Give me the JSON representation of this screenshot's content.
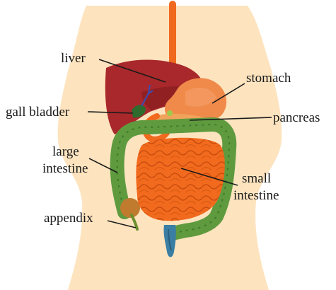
{
  "labels": {
    "liver": "liver",
    "stomach": "stomach",
    "gall_bladder": "gall bladder",
    "pancreas": "pancreas",
    "large_intestine_line1": "large",
    "large_intestine_line2": "intestine",
    "small_intestine_line1": "small",
    "small_intestine_line2": "intestine",
    "appendix": "appendix"
  },
  "colors": {
    "background": "#ffffff",
    "body_skin": "#fde4bf",
    "esophagus": "#ef6a1f",
    "liver": "#a8282b",
    "liver_shade": "#7e1a1d",
    "stomach": "#f08a4a",
    "gall_bladder": "#2f6b2c",
    "pancreas": "#f0a35a",
    "large_intestine": "#5f9a3f",
    "large_intestine_dark": "#3f7a2a",
    "small_intestine": "#f26a1d",
    "small_intestine_dark": "#c94d0f",
    "rectum": "#3a7ea3",
    "text": "#1a1a1a"
  }
}
